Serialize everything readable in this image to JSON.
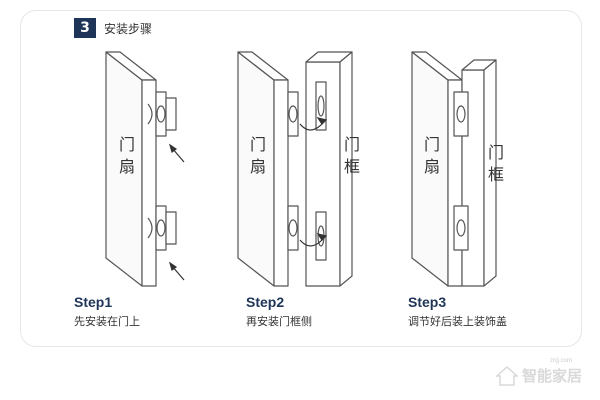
{
  "section": {
    "number": "3",
    "title": "安装步骤"
  },
  "labels": {
    "door_leaf": "门扇",
    "door_frame": "门框"
  },
  "steps": [
    {
      "title": "Step1",
      "desc": "先安装在门上"
    },
    {
      "title": "Step2",
      "desc": "再安装门框侧"
    },
    {
      "title": "Step3",
      "desc": "调节好后装上装饰盖"
    }
  ],
  "watermark": {
    "text": "智能家居",
    "sub": "znjj.com"
  },
  "colors": {
    "badge": "#1f3557",
    "step_title": "#1f3557",
    "line": "#555555"
  }
}
